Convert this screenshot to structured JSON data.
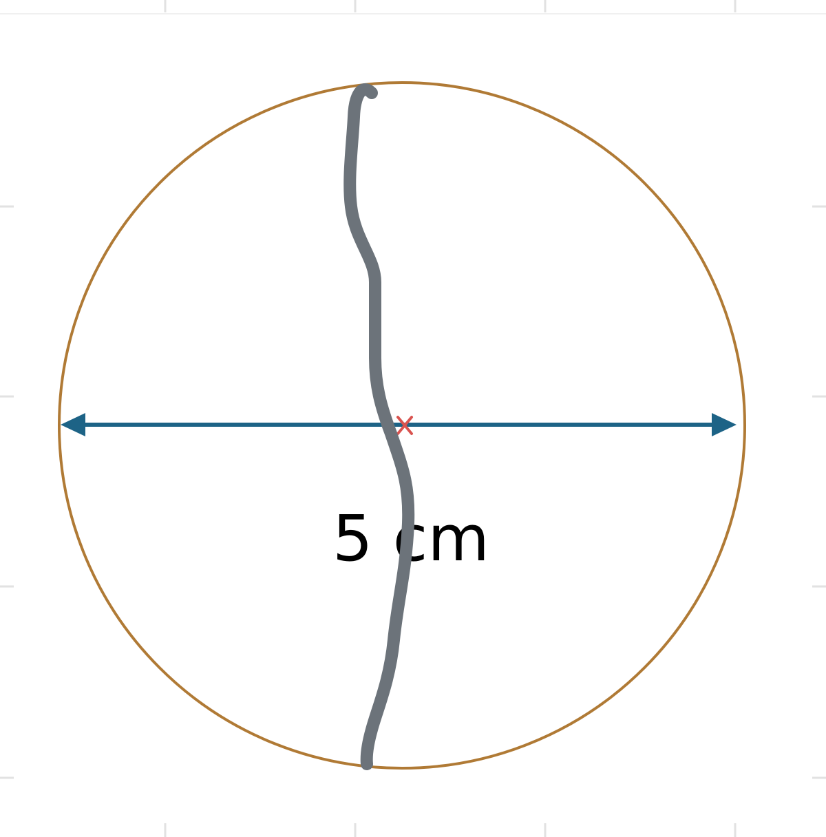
{
  "diagram": {
    "shape": "circle",
    "measurement_label": "5 cm",
    "colors": {
      "circle_outline": "#b07a35",
      "diameter_arrow": "#1d6386",
      "center_mark": "#d9534f",
      "freehand_stroke": "#6c737a",
      "label_text": "#000000",
      "grid_ticks": "#e2e2e2"
    },
    "icons": {
      "center_mark": "cross-mark",
      "arrow_heads": "double-headed-arrow"
    }
  }
}
